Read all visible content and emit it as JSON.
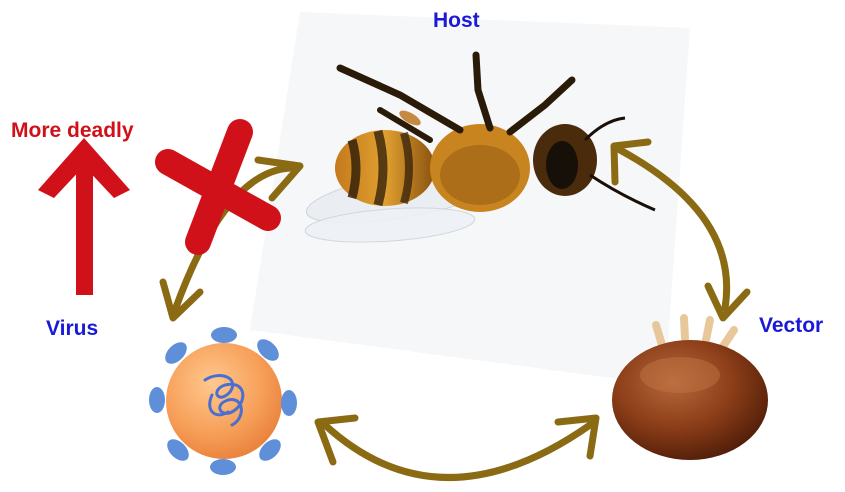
{
  "labels": {
    "host": "Host",
    "vector": "Vector",
    "virus": "Virus",
    "more_deadly": "More deadly"
  },
  "colors": {
    "label_blue": "#1a1ad6",
    "deadly_red": "#d0111a",
    "arrow_brown": "#8b6a14",
    "virus_orange": "#f7a05a",
    "virus_spike": "#5e8fd8",
    "mite_brown": "#8a3d18"
  },
  "icons": {
    "host": "honey-bee",
    "vector": "varroa-mite",
    "virus": "virus-particle",
    "blocked": "red-x-mark",
    "trend": "up-arrow"
  }
}
